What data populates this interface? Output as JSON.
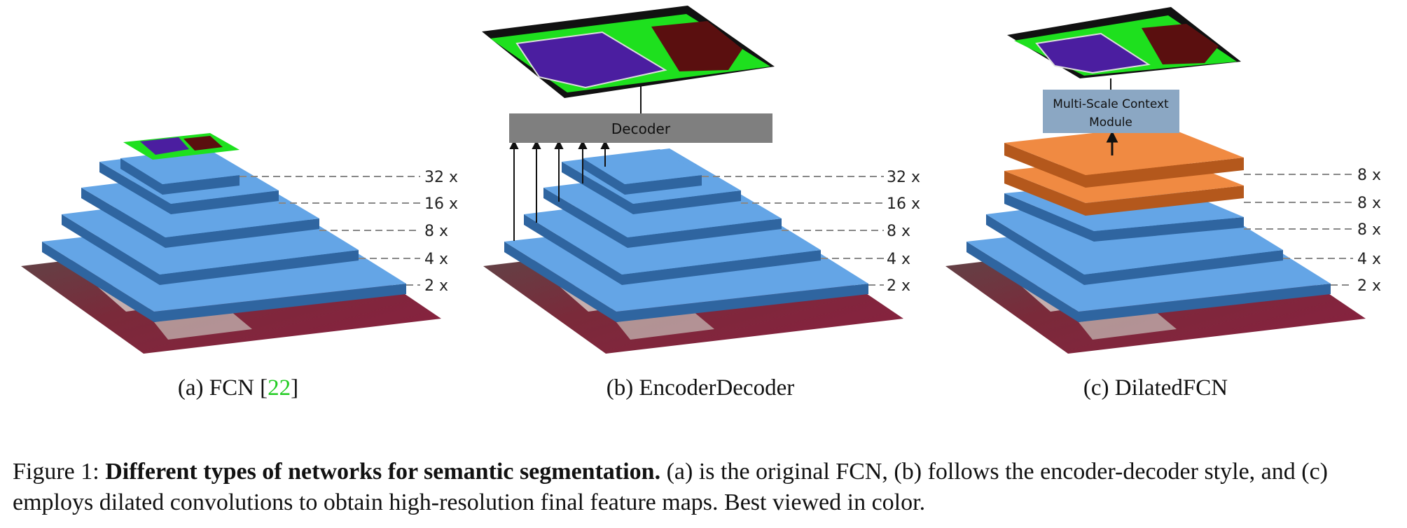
{
  "panels": [
    {
      "label_prefix": "(a) FCN [",
      "citation": "22",
      "label_suffix": "]",
      "scales": [
        "32 x",
        "16 x",
        "8 x",
        "4 x",
        "2 x"
      ]
    },
    {
      "label": "(b) EncoderDecoder",
      "decoder_label": "Decoder",
      "scales": [
        "32 x",
        "16 x",
        "8 x",
        "4 x",
        "2 x"
      ]
    },
    {
      "label": "(c) DilatedFCN",
      "module_label_line1": "Multi-Scale Context",
      "module_label_line2": "Module",
      "scales": [
        "8 x",
        "8 x",
        "8 x",
        "4 x",
        "2 x"
      ]
    }
  ],
  "caption": {
    "prefix": "Figure 1: ",
    "bold": "Different types of networks for semantic segmentation.",
    "rest": " (a) is the original FCN, (b) follows the encoder-decoder style, and (c) employs dilated convolutions to obtain high-resolution final feature maps. Best viewed in color."
  },
  "colors": {
    "layer_top": "#64a5e6",
    "layer_side": "#2f65a0",
    "dilated_top": "#f08a42",
    "dilated_side": "#b4581c",
    "decoder_box": "#7f7f7f",
    "module_box": "#8ba7c3",
    "seg_purple": "#4b1ea0",
    "seg_green": "#1ee01e",
    "seg_maroon": "#5a0f0f",
    "citation": "#22cc22"
  }
}
